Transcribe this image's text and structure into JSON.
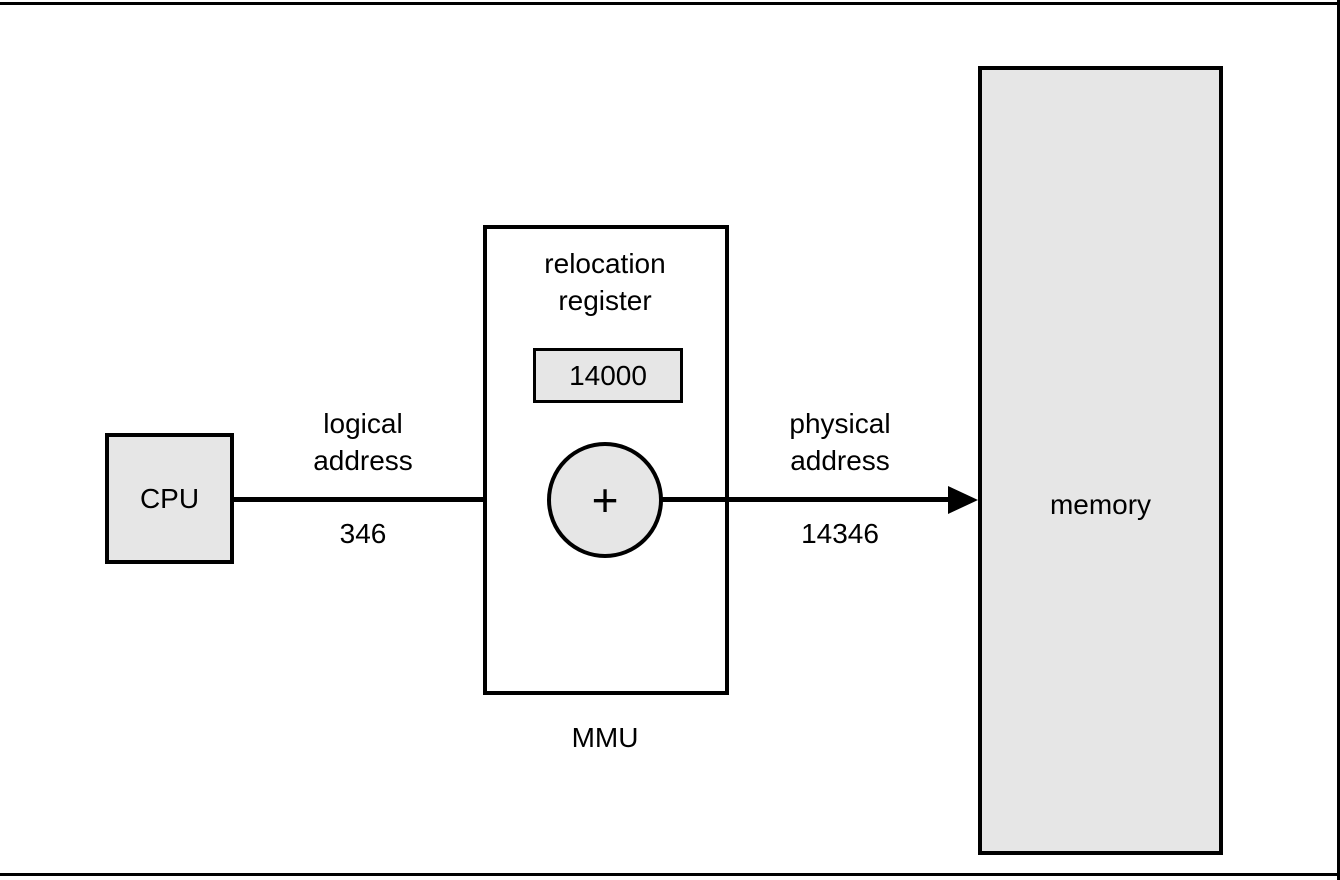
{
  "figure": {
    "cpu": {
      "label": "CPU"
    },
    "logical_address": {
      "caption_line1": "logical",
      "caption_line2": "address",
      "value": "346"
    },
    "mmu": {
      "label": "MMU",
      "relocation_register": {
        "caption_line1": "relocation",
        "caption_line2": "register",
        "value": "14000"
      },
      "adder": {
        "symbol": "+"
      }
    },
    "physical_address": {
      "caption_line1": "physical",
      "caption_line2": "address",
      "value": "14346"
    },
    "memory": {
      "label": "memory"
    },
    "colors": {
      "box_fill": "#e6e6e6",
      "stroke": "#000000",
      "background": "#ffffff"
    }
  }
}
